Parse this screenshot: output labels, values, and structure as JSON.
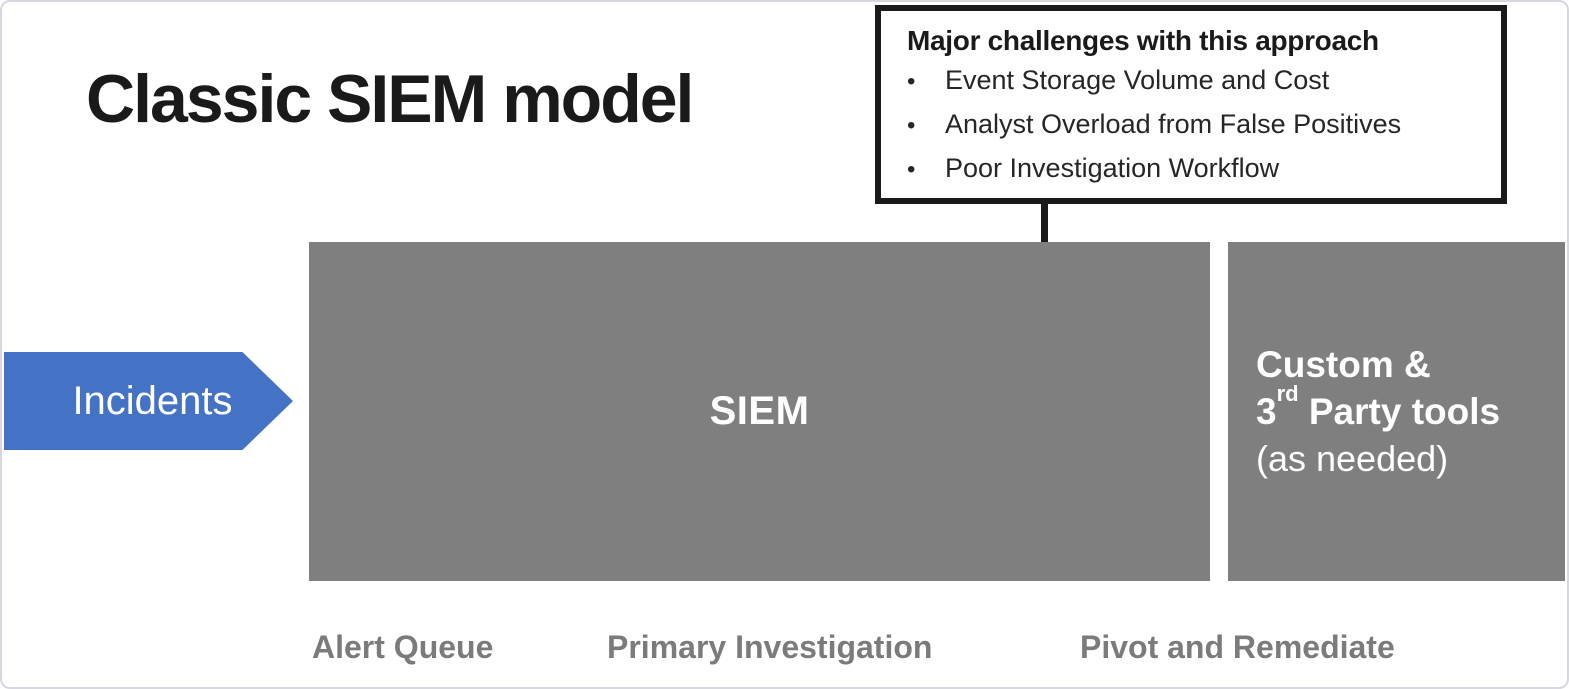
{
  "page": {
    "title": "Classic SIEM model"
  },
  "colors": {
    "accent_blue": "#4472C4",
    "box_gray": "#7F7F7F",
    "text_dark": "#1A1A1A",
    "bullet_text": "#262626",
    "stage_label_gray": "#7B7B7B",
    "callout_border": "#1A1A1A",
    "white_text": "#FFFFFF"
  },
  "callout": {
    "title": "Major challenges with this approach",
    "bullet_glyph": "•",
    "bullets": [
      "Event Storage Volume and Cost",
      "Analyst Overload from False Positives",
      "Poor Investigation Workflow"
    ]
  },
  "flow": {
    "incidents_label": "Incidents",
    "siem_label": "SIEM",
    "custom_tools": {
      "line1": "Custom &",
      "line2_prefix": "3",
      "line2_sup": "rd",
      "line2_rest": " Party tools",
      "line3": "(as needed)"
    }
  },
  "bottom_labels": [
    {
      "label": "Alert Queue"
    },
    {
      "label": "Primary Investigation"
    },
    {
      "label": "Pivot and Remediate"
    }
  ]
}
